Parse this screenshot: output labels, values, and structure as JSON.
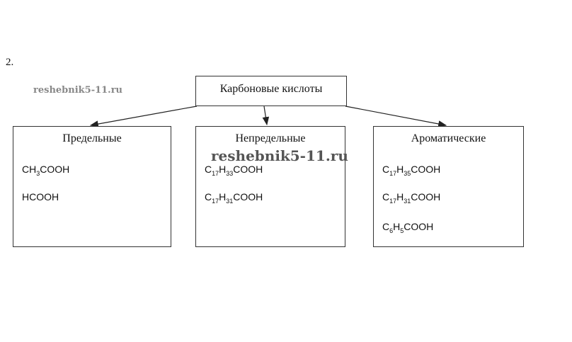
{
  "problem_number": "2.",
  "root": {
    "title": "Карбоновые кислоты"
  },
  "columns": [
    {
      "title": "Предельные",
      "formulas": [
        {
          "parts": [
            {
              "t": "CH"
            },
            {
              "t": "3",
              "sub": true
            },
            {
              "t": "COOH"
            }
          ]
        },
        {
          "parts": [
            {
              "t": "HCOOH"
            }
          ]
        }
      ]
    },
    {
      "title": "Непредельные",
      "formulas": [
        {
          "parts": [
            {
              "t": "C"
            },
            {
              "t": "17",
              "sub": true
            },
            {
              "t": "H"
            },
            {
              "t": "33",
              "sub": true
            },
            {
              "t": "COOH"
            }
          ]
        },
        {
          "parts": [
            {
              "t": "C"
            },
            {
              "t": "17",
              "sub": true
            },
            {
              "t": "H"
            },
            {
              "t": "31",
              "sub": true
            },
            {
              "t": "COOH"
            }
          ]
        }
      ]
    },
    {
      "title": "Ароматические",
      "formulas": [
        {
          "parts": [
            {
              "t": "C"
            },
            {
              "t": "17",
              "sub": true
            },
            {
              "t": "H"
            },
            {
              "t": "35",
              "sub": true
            },
            {
              "t": "COOH"
            }
          ]
        },
        {
          "parts": [
            {
              "t": "C"
            },
            {
              "t": "17",
              "sub": true
            },
            {
              "t": "H"
            },
            {
              "t": "31",
              "sub": true
            },
            {
              "t": "COOH"
            }
          ]
        },
        {
          "parts": [
            {
              "t": "C"
            },
            {
              "t": "6",
              "sub": true
            },
            {
              "t": "H"
            },
            {
              "t": "5",
              "sub": true
            },
            {
              "t": "COOH"
            }
          ]
        }
      ]
    }
  ],
  "watermark": {
    "text": "reshebnik5-11.ru"
  }
}
